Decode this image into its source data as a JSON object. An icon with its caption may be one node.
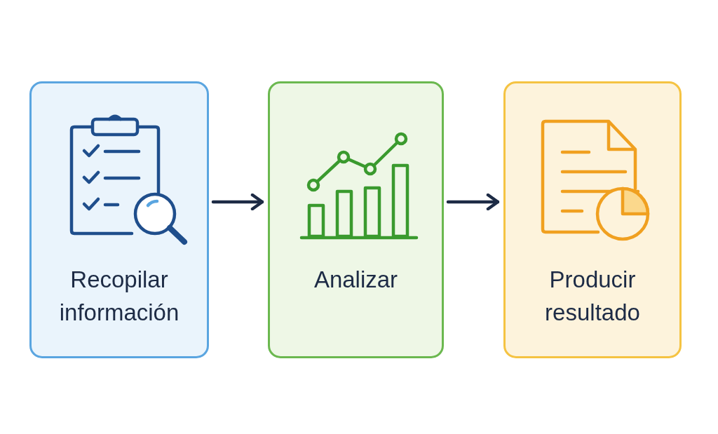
{
  "diagram": {
    "nodes": [
      {
        "text": [
          "Recopilar información"
        ]
      },
      {
        "text": [
          "Analizar"
        ]
      },
      {
        "text": [
          "Producir resultado"
        ]
      }
    ],
    "edges": [
      {
        "from": 0,
        "to": 1,
        "arrow": "to"
      },
      {
        "from": 1,
        "to": 2,
        "arrow": "to"
      }
    ]
  }
}
